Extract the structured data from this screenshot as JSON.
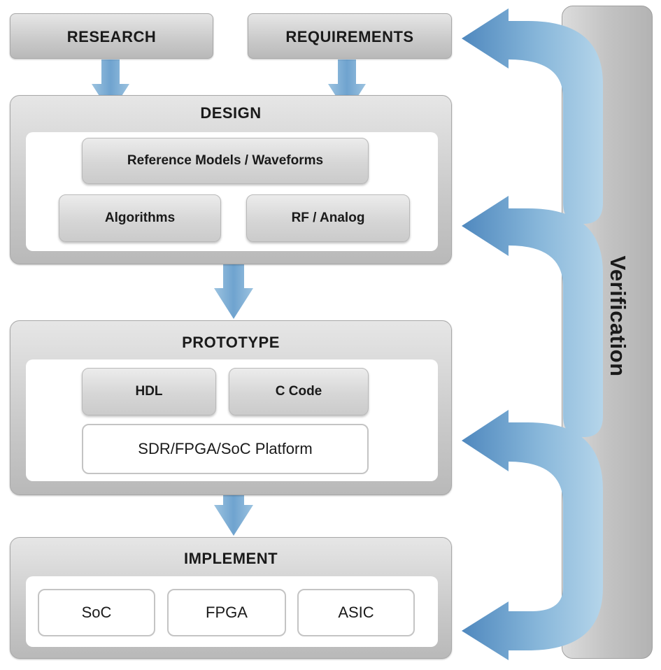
{
  "research": {
    "label": "RESEARCH"
  },
  "requirements": {
    "label": "REQUIREMENTS"
  },
  "design": {
    "title": "DESIGN",
    "items": [
      "Reference Models / Waveforms",
      "Algorithms",
      "RF / Analog"
    ]
  },
  "prototype": {
    "title": "PROTOTYPE",
    "items": [
      "HDL",
      "C Code"
    ],
    "platform": "SDR/FPGA/SoC Platform"
  },
  "implement": {
    "title": "IMPLEMENT",
    "items": [
      "SoC",
      "FPGA",
      "ASIC"
    ]
  },
  "verification": {
    "label": "Verification"
  },
  "colors": {
    "arrow_light": "#a9cde4",
    "arrow_dark": "#5b93c4",
    "box_gray": "#c9c9c9"
  }
}
